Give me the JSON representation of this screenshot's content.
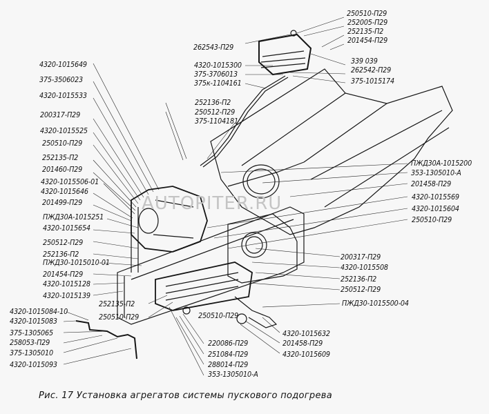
{
  "figure": {
    "caption": "Рис. 17 Установка агрегатов системы пускового подогрева",
    "watermark": "AUTOPITER.RU"
  },
  "labels": {
    "top_right": [
      "250510-П29",
      "252005-П29",
      "252135-П2",
      "201454-П29",
      "339 039",
      "262542-П29",
      "375-1015174"
    ],
    "top_left_of_unit": [
      "262543-П29",
      "4320-1015300",
      "375-3706013",
      "375к-1104161"
    ],
    "mid_top": [
      "252136-П2",
      "250512-П29",
      "375-1104181"
    ],
    "left_column": [
      "4320-1015649",
      "375-3506023",
      "4320-1015533",
      "200317-П29",
      "4320-1015525",
      "250510-П29",
      "252135-П2",
      "201460-П29",
      "4320-1015506-01",
      "4320-1015646",
      "201499-П29",
      "ПЖД30А-1015251",
      "4320-1015654",
      "250512-П29",
      "252136-П2",
      "ПЖД30-1015010-01",
      "201454-П29",
      "4320-1015128",
      "4320-1015139"
    ],
    "bottom_left": [
      "4320-1015084-10",
      "4320-1015083",
      "375-1305065",
      "258053-П29",
      "375-1305010",
      "4320-1015093"
    ],
    "bottom_mid_left": [
      "252135-П2",
      "250510-П29"
    ],
    "right_upper": [
      "ПЖД30А-1015200",
      "353-1305010-А",
      "201458-П29",
      "4320-1015569",
      "4320-1015604",
      "250510-П29"
    ],
    "right_lower": [
      "200317-П29",
      "4320-1015508",
      "252136-П2",
      "250512-П29",
      "ПЖД30-1015500-04"
    ],
    "bottom_center": [
      "250510-П29",
      "220086-П29",
      "251084-П29",
      "288014-П29",
      "353-1305010-А"
    ],
    "bottom_right": [
      "4320-1015632",
      "201458-П29",
      "4320-1015609"
    ]
  }
}
